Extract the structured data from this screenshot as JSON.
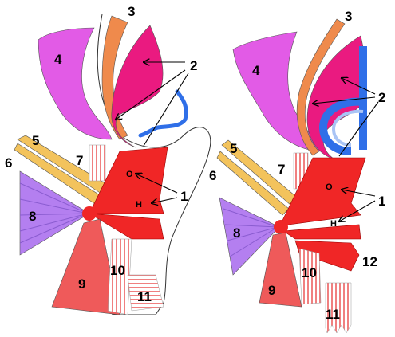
{
  "left_panel": {
    "labels": {
      "n1": "1",
      "n2": "2",
      "n3": "3",
      "n4": "4",
      "n5": "5",
      "n6": "6",
      "n7": "7",
      "n8": "8",
      "n9": "9",
      "n10": "10",
      "n11": "11",
      "o": "O",
      "h": "H"
    }
  },
  "right_panel": {
    "labels": {
      "n1": "1",
      "n2": "2",
      "n3": "3",
      "n4": "4",
      "n5": "5",
      "n6": "6",
      "n7": "7",
      "n8": "8",
      "n9": "9",
      "n10": "10",
      "n11": "11",
      "n12": "12",
      "o": "O",
      "h": "H"
    }
  },
  "colors": {
    "violet": "#e25be6",
    "orange": "#ef8a4c",
    "magenta": "#ea1a80",
    "blue": "#2f6fe8",
    "yellow": "#f3c35c",
    "lavender": "#b47ff0",
    "red": "#f02626",
    "salmon": "#ef5a5a",
    "stripe": "#f08080"
  }
}
